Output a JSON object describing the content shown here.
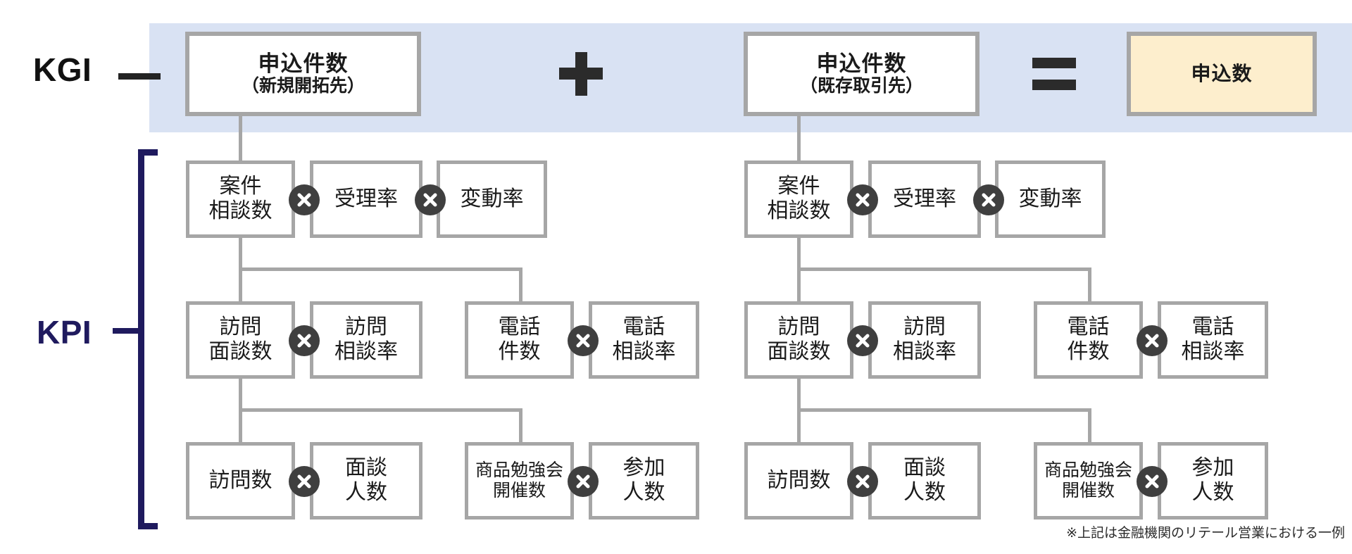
{
  "labels": {
    "kgi": "KGI",
    "kpi": "KPI"
  },
  "operators": {
    "plus": "+",
    "equals": "=",
    "multiply": "×"
  },
  "kgi_row": {
    "left_box": {
      "title": "申込件数",
      "subtitle": "（新規開拓先）"
    },
    "right_box": {
      "title": "申込件数",
      "subtitle": "（既存取引先）"
    },
    "goal_box": {
      "title": "申込数"
    }
  },
  "kpi": {
    "left_branch": {
      "row1": [
        {
          "line1": "案件",
          "line2": "相談数"
        },
        {
          "line1": "受理率"
        },
        {
          "line1": "変動率"
        }
      ],
      "row2": [
        {
          "line1": "訪問",
          "line2": "面談数"
        },
        {
          "line1": "訪問",
          "line2": "相談率"
        },
        {
          "line1": "電話",
          "line2": "件数"
        },
        {
          "line1": "電話",
          "line2": "相談率"
        }
      ],
      "row3": [
        {
          "line1": "訪問数"
        },
        {
          "line1": "面談",
          "line2": "人数"
        },
        {
          "line1": "商品勉強会",
          "line2": "開催数"
        },
        {
          "line1": "参加",
          "line2": "人数"
        }
      ]
    },
    "right_branch": {
      "row1": [
        {
          "line1": "案件",
          "line2": "相談数"
        },
        {
          "line1": "受理率"
        },
        {
          "line1": "変動率"
        }
      ],
      "row2": [
        {
          "line1": "訪問",
          "line2": "面談数"
        },
        {
          "line1": "訪問",
          "line2": "相談率"
        },
        {
          "line1": "電話",
          "line2": "件数"
        },
        {
          "line1": "電話",
          "line2": "相談率"
        }
      ],
      "row3": [
        {
          "line1": "訪問数"
        },
        {
          "line1": "面談",
          "line2": "人数"
        },
        {
          "line1": "商品勉強会",
          "line2": "開催数"
        },
        {
          "line1": "参加",
          "line2": "人数"
        }
      ]
    }
  },
  "footnote": "※上記は金融機関のリテール営業における一例",
  "colors": {
    "kgi_band": "#d9e2f3",
    "goal_box": "#fdeecd",
    "box_border": "#a6a6a6",
    "kpi_navy": "#1f1a5e",
    "operator": "#2b2b2b",
    "multiply_badge": "#3f3f3f"
  }
}
